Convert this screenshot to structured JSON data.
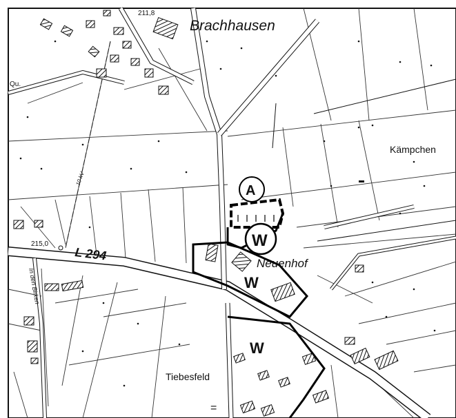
{
  "map": {
    "places": {
      "brachhausen": "Brachhausen",
      "kaempchen": "Kämpchen",
      "neuenhof": "Neuenhof",
      "tiebesfeld": "Tiebesfeld",
      "in_den_birken": "In den Birken"
    },
    "road": "L 294",
    "elevations": {
      "north": "211,8",
      "west": "215,0"
    },
    "powerline": "10 kV",
    "misc": {
      "qu": "Qu.",
      "equals": "="
    },
    "zones": {
      "a_circle": "A",
      "w_circle": "W",
      "w_middle": "W",
      "w_south": "W"
    }
  }
}
